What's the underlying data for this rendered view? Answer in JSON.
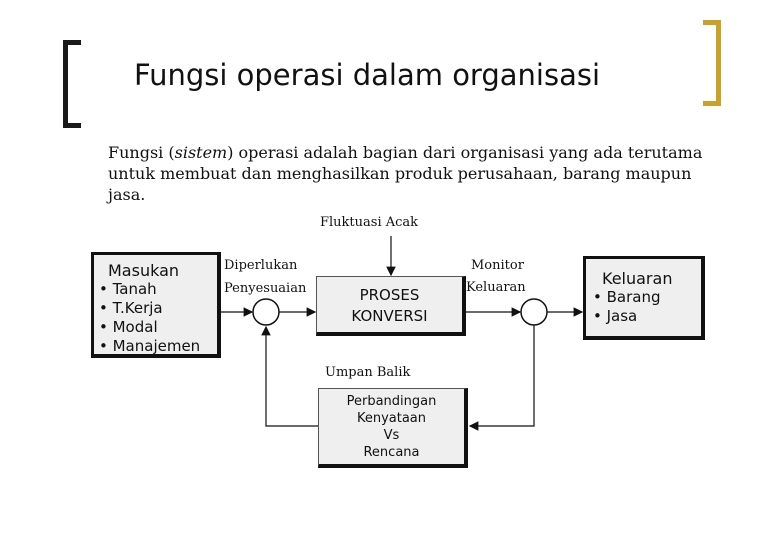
{
  "slide": {
    "title": "Fungsi operasi dalam organisasi",
    "intro_pre": "Fungsi (",
    "intro_em": "sistem",
    "intro_post": ") operasi adalah bagian dari organisasi yang ada terutama untuk membuat dan menghasilkan produk perusahaan, barang maupun jasa."
  },
  "diagram": {
    "fluktuasi": "Fluktuasi Acak",
    "input": {
      "heading": "Masukan",
      "items": [
        "• Tanah",
        "• T.Kerja",
        "• Modal",
        "• Manajemen"
      ]
    },
    "label_required_1": "Diperlukan",
    "label_required_2": "Penyesuaian",
    "process_line1": "PROSES",
    "process_line2": "KONVERSI",
    "monitor_1": "Monitor",
    "monitor_2": "Keluaran",
    "output": {
      "heading": "Keluaran",
      "items": [
        "• Barang",
        "• Jasa"
      ]
    },
    "feedback": "Umpan Balik",
    "compare": {
      "line1": "Perbandingan",
      "line2": "Kenyataan",
      "line3": "Vs",
      "line4": "Rencana"
    },
    "colors": {
      "box_fill": "#efefef",
      "accent_bracket": "#c9a227",
      "line": "#111111"
    }
  }
}
